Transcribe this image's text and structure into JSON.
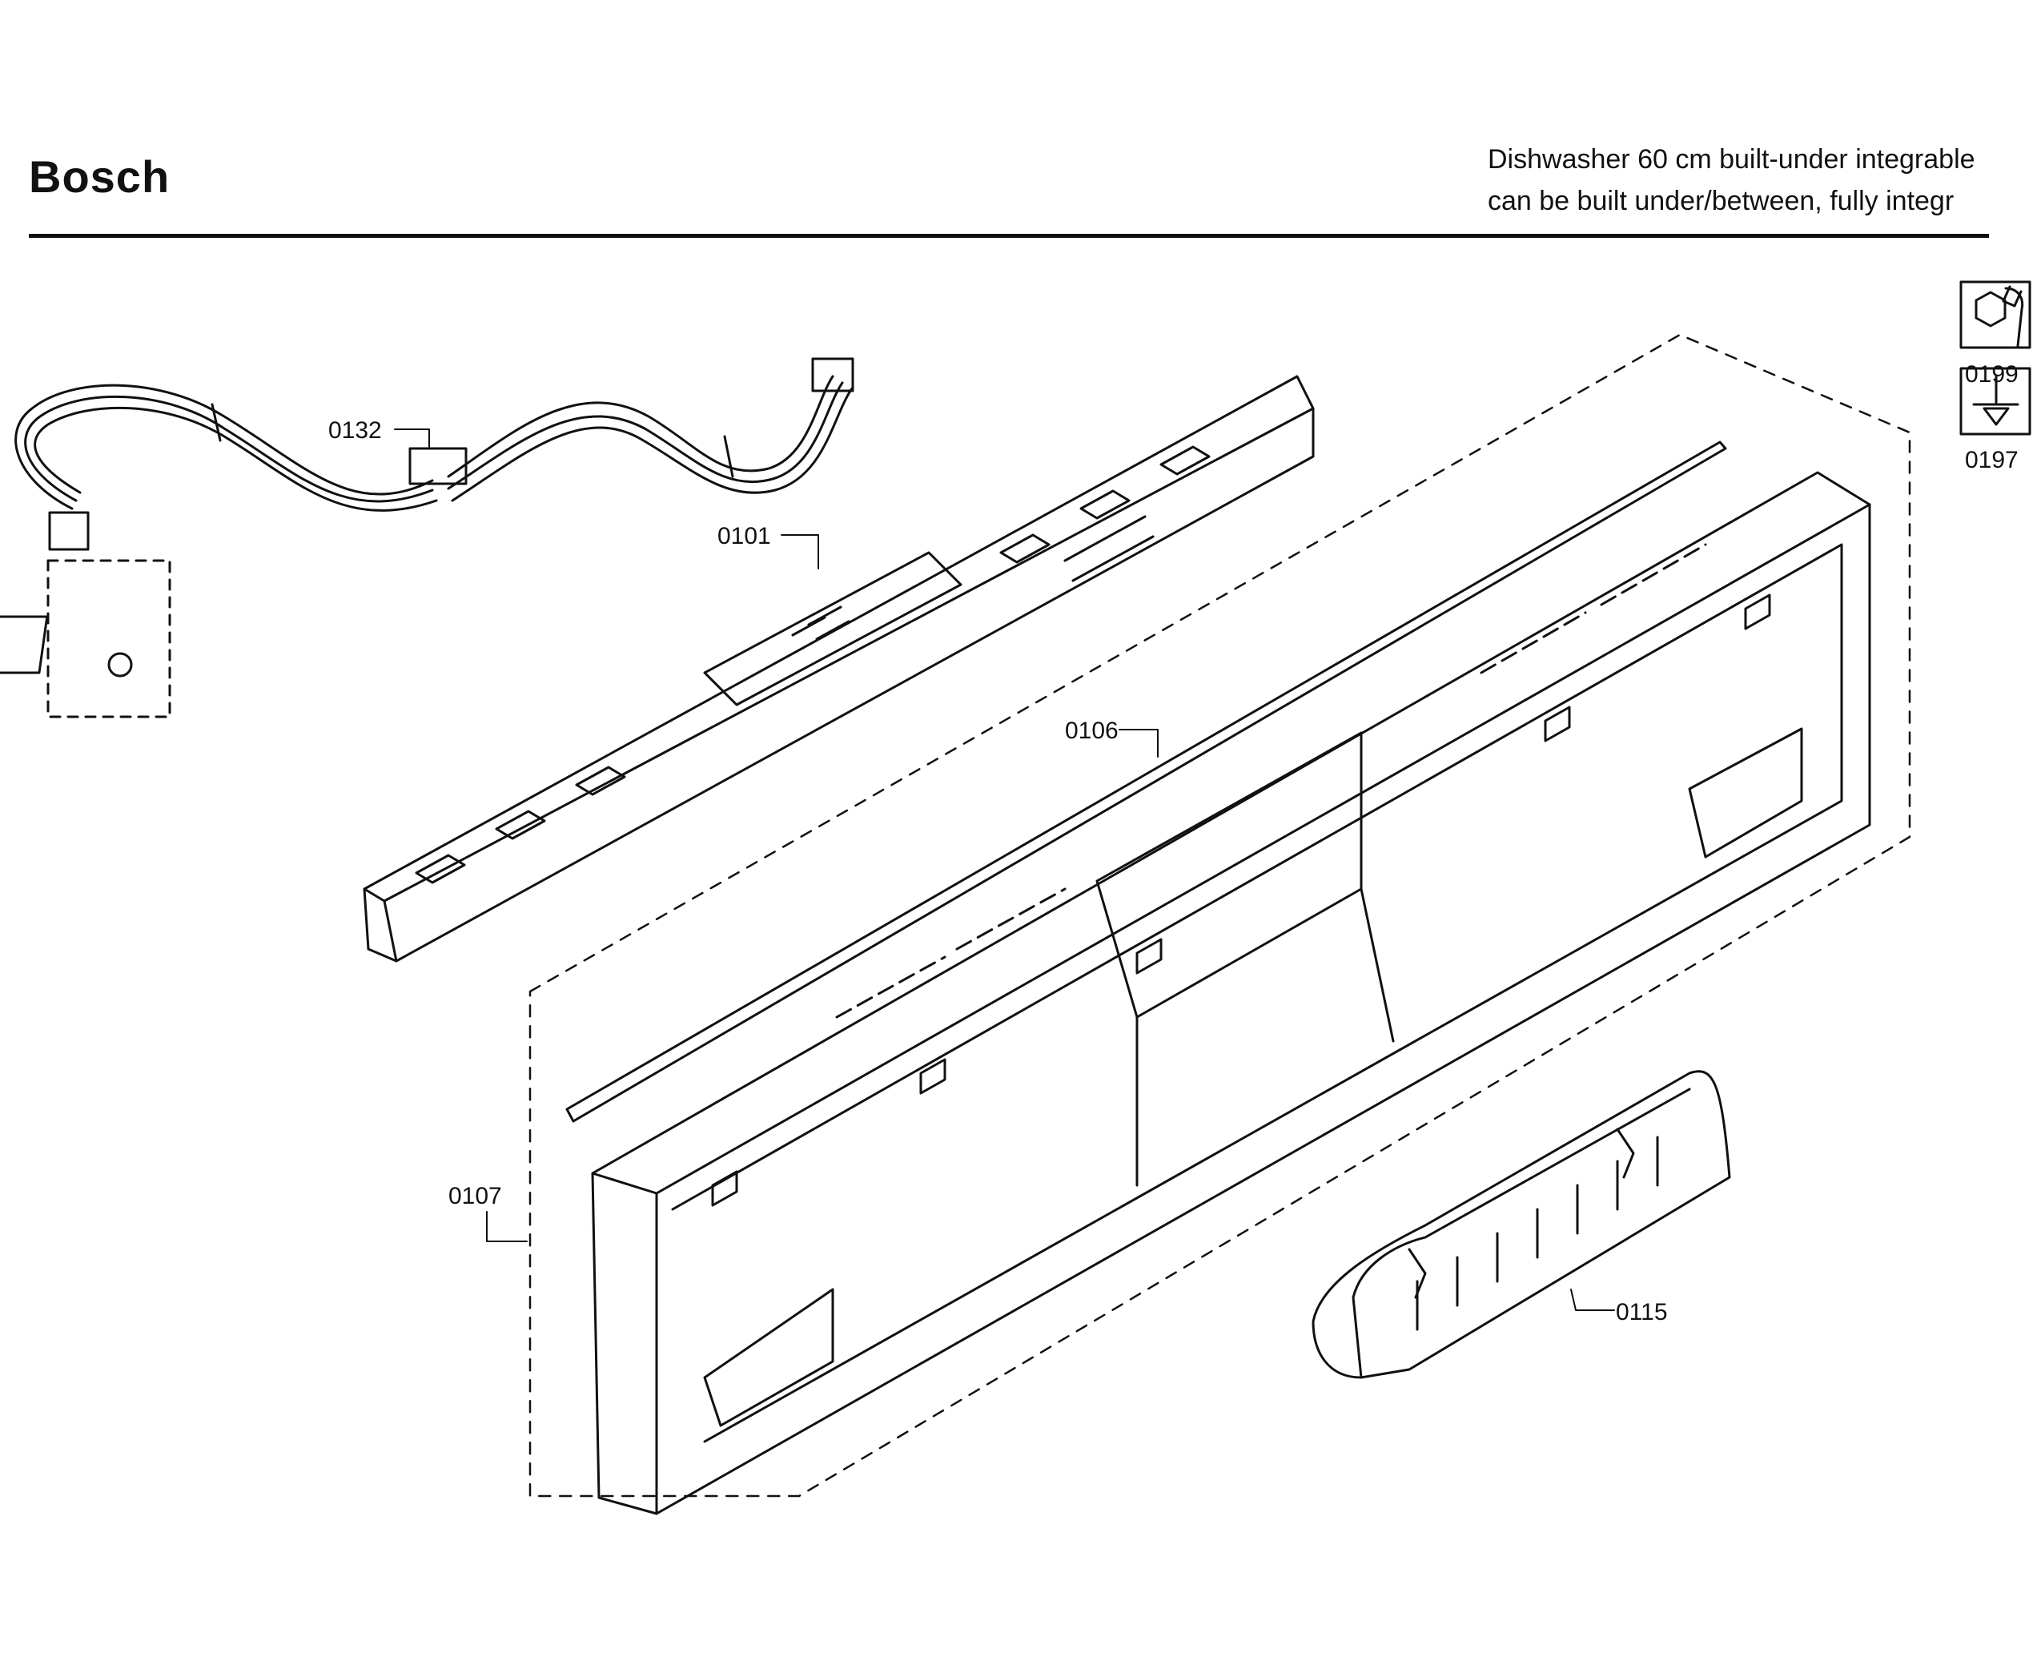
{
  "header": {
    "brand": "Bosch",
    "subtitle_line1": "Dishwasher 60 cm built-under integrable",
    "subtitle_line2": "can be built under/between, fully integr"
  },
  "callouts": {
    "p0132": "0132",
    "p0101": "0101",
    "p0106": "0106",
    "p0107": "0107",
    "p0115": "0115",
    "p0199": "0199",
    "p0197": "0197"
  },
  "icons": {
    "tool_0199": "wrench-nut-icon",
    "tool_0197": "screwdriver-icon"
  }
}
